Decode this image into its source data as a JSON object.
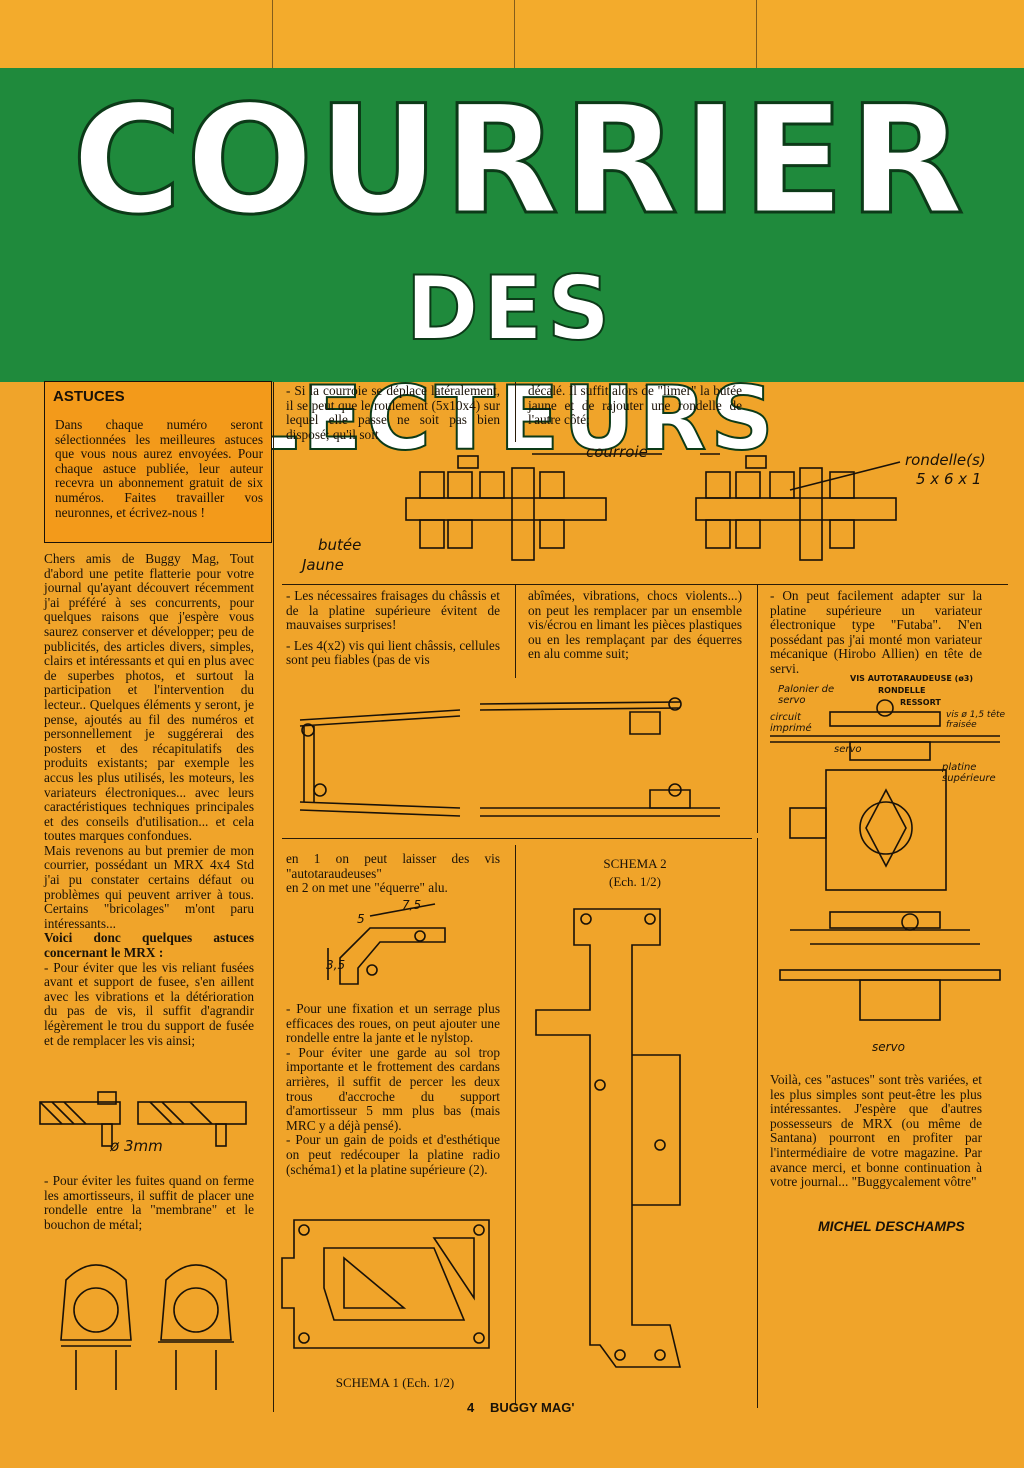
{
  "header": {
    "title_line1": "COURRIER",
    "title_line2": "DES LECTEURS"
  },
  "astuces": {
    "heading": "ASTUCES",
    "text": "Dans chaque numéro seront sélectionnées les meilleures astuces que vous nous aurez envoyées. Pour chaque astuce publiée, leur auteur recevra un abonnement gratuit de six numéros. Faites travailler vos neuronnes, et écrivez-nous !"
  },
  "col1": {
    "letter": "Chers amis de Buggy Mag, Tout d'abord une petite flatterie pour votre journal qu'ayant découvert récemment j'ai préféré à ses concurrents, pour quelques raisons que j'espère vous saurez conserver et développer; peu de publicités, des articles divers, simples, clairs et intéressants et qui en plus avec de superbes photos, et surtout la participation et l'intervention du lecteur.. Quelques éléments y seront, je pense, ajoutés au fil des numéros et personnellement je suggérerai des posters et des récapitulatifs des produits existants; par exemple les accus les plus utilisés, les moteurs, les variateurs électroniques... avec leurs caractéristiques techniques principales et des conseils d'utilisation... et cela toutes marques confondues.",
    "para2": "Mais revenons au but premier de mon courrier, possédant un MRX 4x4 Std j'ai pu constater certains défaut ou problèmes qui peuvent arriver à tous. Certains \"bricolages\" m'ont paru intéressants...",
    "para3_bold": "Voici donc quelques astuces concernant le MRX :",
    "tip1": "- Pour éviter que les vis reliant fusées avant et support de fusee, s'en aillent avec les vibrations et la détérioration du pas de vis, il suffit d'agrandir légèrement le trou du support de fusée et de remplacer les vis ainsi;",
    "drill_label": "ø 3mm",
    "tip2": "- Pour éviter les fuites quand on ferme les amortisseurs, il suffit de placer une rondelle entre la \"membrane\" et le bouchon de métal;"
  },
  "col2_top": {
    "text": "- Si la courroie se déplace latéralement, il se peut que le roulement (5x10x4) sur lequel elle passe ne soit pas bien disposé; qu'il soit"
  },
  "col3_top": {
    "text": "décalé. Il suffit alors de \"limer\" la butée jaune et de rajouter une rondelle de l'autre côté;"
  },
  "belt_drawing": {
    "label_courroie": "courroie",
    "label_rondelle": "rondelle(s)",
    "label_size": "5 x 6 x 1",
    "label_butee": "butée",
    "label_jaune": "Jaune"
  },
  "col2_mid": {
    "text1": "- Les nécessaires fraisages du châssis et de la platine supérieure évitent de mauvaises surprises!",
    "text2": "- Les 4(x2) vis qui lient châssis, cellules sont peu fiables (pas de vis"
  },
  "col3_mid": {
    "text": "abîmées, vibrations, chocs violents...) on peut les remplacer par un ensemble vis/écrou en limant les pièces plastiques ou en les remplaçant par des équerres en alu comme suit;"
  },
  "col4": {
    "text1": "- On peut facilement adapter sur la platine supérieure un variateur électronique type \"Futaba\". N'en possédant pas j'ai monté mon variateur mécanique (Hirobo Allien) en tête de servi.",
    "labels": {
      "vis": "VIS AUTOTARAUDEUSE (ø3)",
      "rondelle": "RONDELLE",
      "ressort": "RESSORT",
      "palonier": "Palonier de servo",
      "circuit": "circuit imprimé",
      "vis15": "vis ø 1,5 tête fraisée",
      "servo": "servo",
      "platine": "platine supérieure",
      "servo2": "servo"
    },
    "text2": "Voilà, ces \"astuces\" sont très variées, et les plus simples sont peut-être les plus intéressantes. J'espère que d'autres possesseurs de MRX (ou même de Santana) pourront en profiter par l'intermédiaire de votre magazine. Par avance merci, et bonne continuation à votre journal... \"Buggycalement vôtre\"",
    "signature": "MICHEL DESCHAMPS"
  },
  "col2_low": {
    "text1": "en 1 on peut laisser des vis \"autotaraudeuses\"",
    "text2": "en 2 on met une \"équerre\" alu.",
    "dim1": "7,5",
    "dim2": "5",
    "dim3": "3,5",
    "text3": "- Pour une fixation et un serrage plus efficaces des roues, on peut ajouter une rondelle entre la jante et le nylstop.",
    "text4": "- Pour éviter une garde au sol trop importante et le frottement des cardans arrières, il suffit de percer les deux trous d'accroche du support d'amortisseur 5 mm plus bas (mais MRC y a déjà pensé).",
    "text5": "- Pour un gain de poids et d'esthétique on peut redécouper la platine radio (schéma1) et la platine supérieure (2)."
  },
  "schema1": {
    "label": "SCHEMA 1 (Ech. 1/2)"
  },
  "schema2": {
    "label1": "SCHEMA 2",
    "label2": "(Ech. 1/2)"
  },
  "footer": {
    "page": "4",
    "mag": "BUGGY MAG'"
  }
}
